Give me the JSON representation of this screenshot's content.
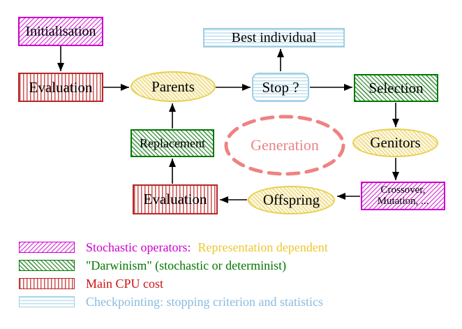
{
  "diagram": {
    "nodes": {
      "initialisation": {
        "label": "Initialisation",
        "style": "magenta-diagonal-hatch"
      },
      "evaluation_top": {
        "label": "Evaluation",
        "style": "red-vertical-lines"
      },
      "parents": {
        "label": "Parents",
        "style": "yellow-hatch-ellipse"
      },
      "best_individual": {
        "label": "Best individual",
        "style": "cyan-horizontal-lines"
      },
      "stop": {
        "label": "Stop ?",
        "style": "cyan-horizontal-lines-rounded"
      },
      "selection": {
        "label": "Selection",
        "style": "green-diagonal-hatch"
      },
      "genitors": {
        "label": "Genitors",
        "style": "yellow-hatch-ellipse"
      },
      "crossover_mutation": {
        "label_line1": "Crossover,",
        "label_line2": "Mutation, ...",
        "style": "magenta-diagonal-hatch"
      },
      "offspring": {
        "label": "Offspring",
        "style": "yellow-hatch-ellipse"
      },
      "evaluation_bottom": {
        "label": "Evaluation",
        "style": "red-vertical-lines"
      },
      "replacement": {
        "label": "Replacement",
        "style": "green-diagonal-hatch"
      },
      "generation": {
        "label": "Generation",
        "style": "salmon-dashed-ellipse"
      }
    },
    "edges": [
      {
        "from": "Initialisation",
        "to": "Evaluation"
      },
      {
        "from": "Evaluation",
        "to": "Parents"
      },
      {
        "from": "Parents",
        "to": "Stop ?"
      },
      {
        "from": "Stop ?",
        "to": "Best individual"
      },
      {
        "from": "Stop ?",
        "to": "Selection"
      },
      {
        "from": "Selection",
        "to": "Genitors"
      },
      {
        "from": "Genitors",
        "to": "Crossover, Mutation, ..."
      },
      {
        "from": "Crossover, Mutation, ...",
        "to": "Offspring"
      },
      {
        "from": "Offspring",
        "to": "Evaluation"
      },
      {
        "from": "Evaluation",
        "to": "Replacement"
      },
      {
        "from": "Replacement",
        "to": "Parents"
      }
    ]
  },
  "legend": {
    "items": [
      {
        "swatch": "magenta-diagonal-hatch",
        "parts": [
          {
            "text": "Stochastic operators:",
            "color": "#cc00cc"
          },
          {
            "text": "Representation dependent",
            "color": "#eec62e"
          }
        ]
      },
      {
        "swatch": "green-diagonal-hatch",
        "parts": [
          {
            "text": "\"Darwinism\" (stochastic or determinist)",
            "color": "#007700"
          }
        ]
      },
      {
        "swatch": "red-vertical-lines",
        "parts": [
          {
            "text": "Main CPU cost",
            "color": "#cc1111"
          }
        ]
      },
      {
        "swatch": "cyan-horizontal-lines",
        "parts": [
          {
            "text": "Checkpointing: stopping criterion and statistics",
            "color": "#88bbe0"
          }
        ]
      }
    ]
  },
  "colors": {
    "magenta_border": "#cc00cc",
    "green_border": "#007700",
    "red_border": "#b52828",
    "cyan_border": "#9fcfe2",
    "yellow_border": "#e6d050",
    "yellow_fill": "#fdf9e2",
    "generation_dash": "#ef8282",
    "arrow": "#000000",
    "background": "#ffffff"
  }
}
